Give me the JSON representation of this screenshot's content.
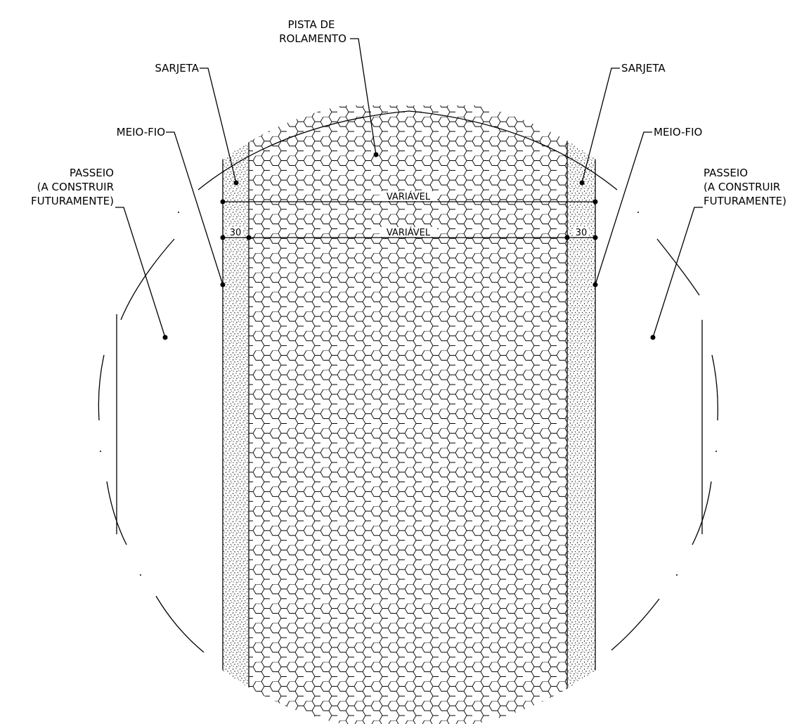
{
  "labels": {
    "pista_line1": "PISTA DE",
    "pista_line2": "ROLAMENTO",
    "sarjeta_left": "SARJETA",
    "sarjeta_right": "SARJETA",
    "meiofio_left": "MEIO-FIO",
    "meiofio_right": "MEIO-FIO",
    "passeio_left_line1": "PASSEIO",
    "passeio_left_line2": "(A CONSTRUIR",
    "passeio_left_line3": "FUTURAMENTE)",
    "passeio_right_line1": "PASSEIO",
    "passeio_right_line2": "(A CONSTRUIR",
    "passeio_right_line3": "FUTURAMENTE)"
  },
  "dimensions": {
    "top_width": "VARIÁVEL",
    "inner_width": "VARIÁVEL",
    "left_gutter": "30",
    "right_gutter": "30"
  },
  "colors": {
    "line": "#000000",
    "background": "#ffffff"
  }
}
